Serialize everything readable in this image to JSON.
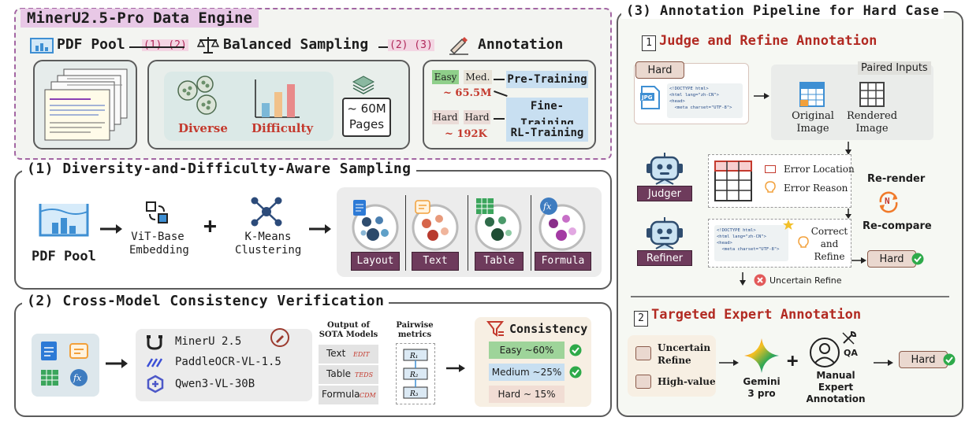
{
  "engine": {
    "title": "MinerU2.5-Pro Data Engine",
    "pdf_pool": "PDF Pool",
    "step12": "(1) (2)",
    "balanced": "Balanced Sampling",
    "step23": "(2) (3)",
    "annotation": "Annotation",
    "diverse": "Diverse",
    "difficulty": "Difficulty",
    "pages": "~ 60M Pages",
    "easy": "Easy",
    "med": "Med.",
    "count_pre": "~ 65.5M",
    "hard1": "Hard",
    "hard2": "Hard",
    "count_rl": "~ 192K",
    "pre_training": "Pre-Training",
    "fine_training": "Fine-Training",
    "rl_training": "RL-Training"
  },
  "s1": {
    "title": "(1) Diversity-and-Difficulty-Aware Sampling",
    "pdf_pool": "PDF Pool",
    "vit": "ViT-Base Embedding",
    "kmeans": "K-Means Clustering",
    "plus": "+",
    "cats": [
      "Layout",
      "Text",
      "Table",
      "Formula"
    ]
  },
  "s2": {
    "title": "(2) Cross-Model Consistency Verification",
    "models": [
      "MinerU 2.5",
      "PaddleOCR-VL-1.5",
      "Qwen3-VL-30B"
    ],
    "output_header": "Output of SOTA Models",
    "outputs": [
      {
        "name": "Text",
        "metric": "EDIT"
      },
      {
        "name": "Table",
        "metric": "TEDS"
      },
      {
        "name": "Formula",
        "metric": "CDM"
      }
    ],
    "pairwise_header": "Pairwise metrics",
    "consistency": "Consistency",
    "levels": [
      "Easy ~60%",
      "Medium ~25%",
      "Hard ~ 15%"
    ]
  },
  "s3": {
    "title": "(3) Annotation Pipeline for Hard Case",
    "judge_num": "1",
    "judge_title": "Judge and Refine Annotation",
    "hard_label": "Hard",
    "jpg": "JPG",
    "code_lines": [
      "<!DOCTYPE html>",
      "<html lang=\"zh-CN\">",
      "<head>",
      "  <meta charset=\"UTF-8\">"
    ],
    "paired_inputs": "Paired Inputs",
    "original": "Original Image",
    "rendered": "Rendered Image",
    "judger": "Judger",
    "error_location": "Error Location",
    "error_reason": "Error Reason",
    "rerender": "Re-render",
    "recompare": "Re-compare",
    "rerender_icon": "N",
    "refiner": "Refiner",
    "correct_refine": "Correct and Refine",
    "hard_out": "Hard",
    "uncertain_refine": "Uncertain Refine",
    "expert_num": "2",
    "expert_title": "Targeted Expert Annotation",
    "uncertain": "Uncertain Refine",
    "high_value": "High-value",
    "gemini": "Gemini 3 pro",
    "manual": "Manual Expert Annotation",
    "qa": "QA",
    "hard_final": "Hard",
    "plus": "+"
  }
}
